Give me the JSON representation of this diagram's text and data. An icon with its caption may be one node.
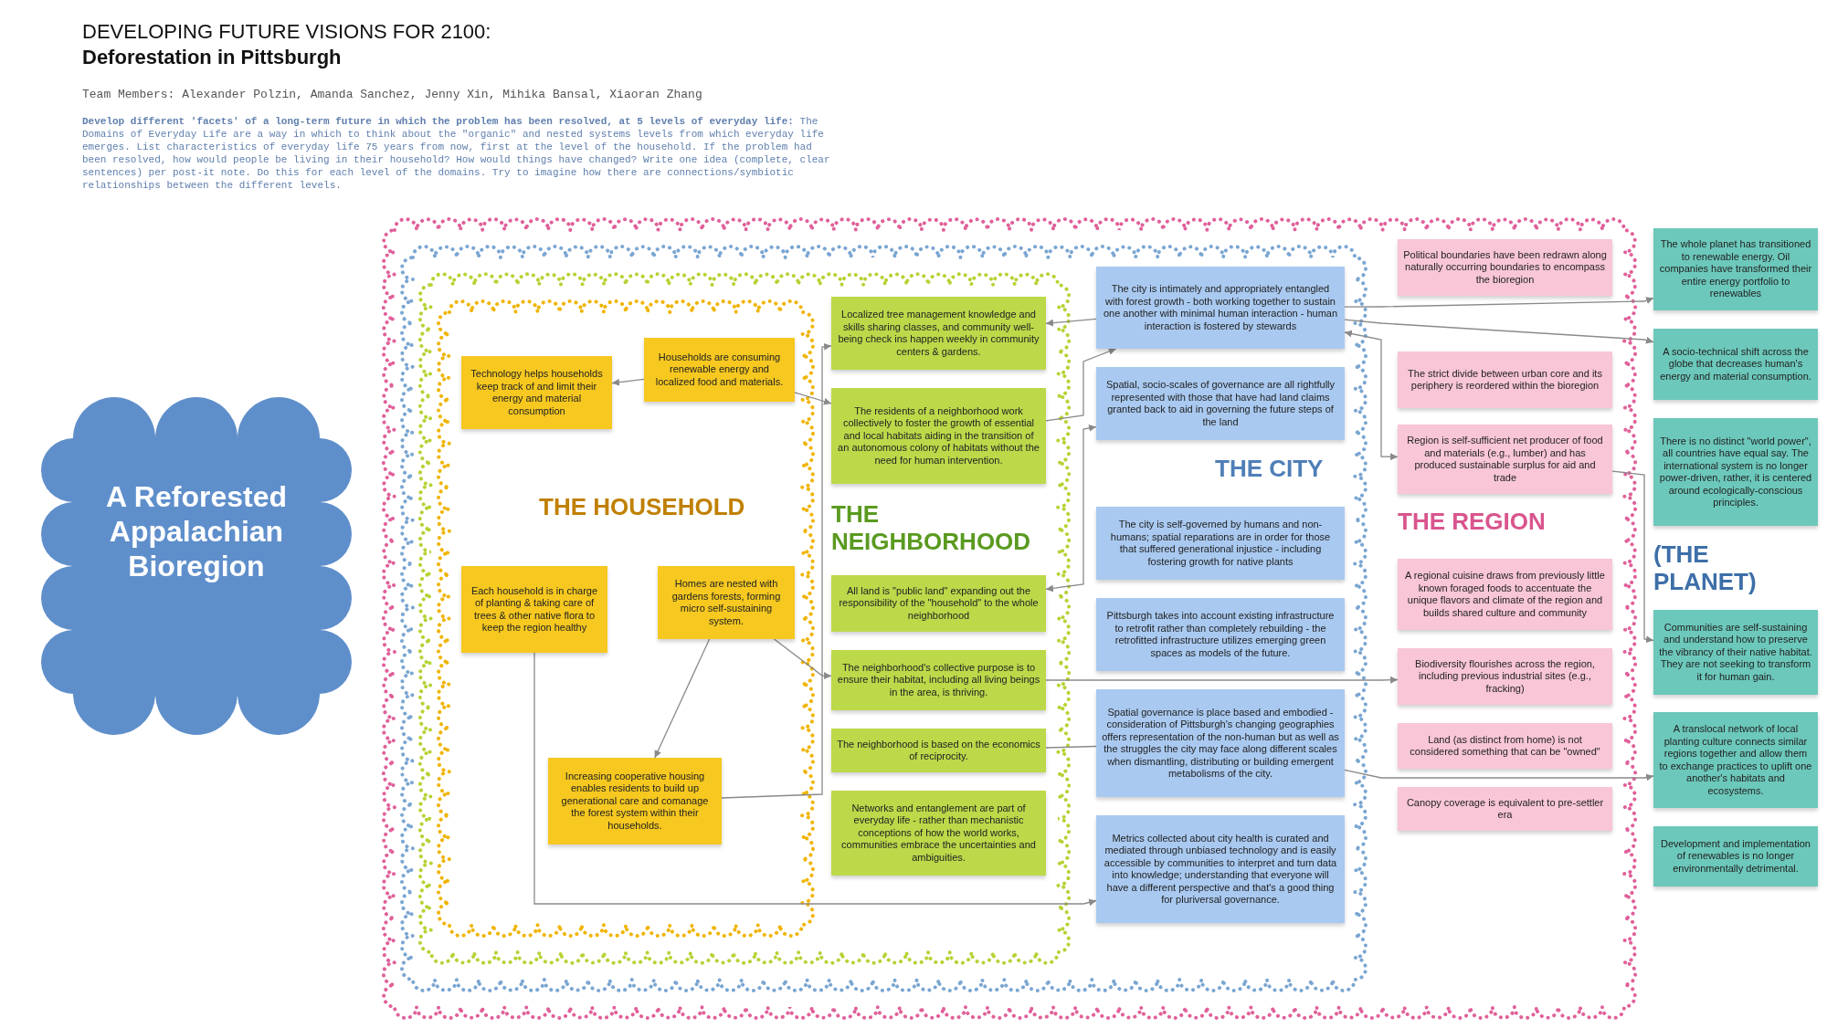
{
  "diagram": {
    "title": "DEVELOPING FUTURE VISIONS FOR 2100:",
    "nodes": [
      {
        "text": [
          "A Reforested Appalachian Bioregion"
        ]
      },
      {
        "text": [
          "THE REGION"
        ]
      },
      {
        "text": [
          "THE CITY"
        ],
        "in": 1
      },
      {
        "text": [
          "THE NEIGHBORHOOD"
        ],
        "in": 2
      },
      {
        "text": [
          "THE HOUSEHOLD"
        ],
        "in": 3
      },
      {
        "text": [
          "Technology helps households keep track of and limit their energy and material consumption"
        ],
        "in": 4
      },
      {
        "text": [
          "Households are consuming renewable energy and localized food and materials."
        ],
        "in": 4
      },
      {
        "text": [
          "Each household is in charge of planting & taking care of trees & other native flora to keep the region healthy"
        ],
        "in": 4
      },
      {
        "text": [
          "Increasing cooperative housing enables residents to build up generational care and comanage the forest system within their households."
        ],
        "in": 4
      },
      {
        "text": [
          "Homes are nested with gardens forests, forming micro self-sustaining system."
        ],
        "in": 4
      },
      {
        "text": [
          "Localized tree management knowledge and skills sharing classes, and community well-being check ins happen weekly in community centers & gardens."
        ],
        "in": 3
      },
      {
        "text": [
          "The residents of a neighborhood work collectively to foster the growth of essential and local habitats aiding in the transition of an autonomous colony of habitats without the need for human intervention."
        ],
        "in": 3
      },
      {
        "text": [
          "All land is \"public land\" expanding out the responsibility of the \"household\" to the whole neighborhood"
        ],
        "in": 3
      },
      {
        "text": [
          "The neighborhood's collective purpose is to ensure their habitat, including all living beings in the area, is thriving."
        ],
        "in": 3
      },
      {
        "text": [
          "The neighborhood is based on the economics of reciprocity."
        ],
        "in": 3
      },
      {
        "text": [
          "Networks and entanglement are part of everyday life - rather than mechanistic conceptions of how the world works, communities embrace the uncertainties and ambiguities."
        ],
        "in": 3
      },
      {
        "text": [
          "The city is intimately and appropriately entangled with forest growth - both working together to sustain one another with minimal human interaction - human interaction is fostered by stewards"
        ],
        "in": 2
      },
      {
        "text": [
          "Spatial, socio-scales of governance are all rightfully represented with those that have had land claims granted back to aid in governing the future steps of the land"
        ],
        "in": 2
      },
      {
        "text": [
          "The city is self-governed by humans and non-humans; spatial reparations are in order for those that suffered generational injustice - including fostering growth for native plants"
        ],
        "in": 2
      },
      {
        "text": [
          "Pittsburgh takes into account existing infrastructure to retrofit rather than completely rebuilding - the retrofitted infrastructure utilizes emerging green spaces as models of the future."
        ],
        "in": 2
      },
      {
        "text": [
          "Spatial governance is place based and embodied - consideration of Pittsburgh's changing geographies offers representation of the non-human but as well as the struggles the city may face along different scales when dismantling, distributing or building emergent metabolisms of the city."
        ],
        "in": 2
      },
      {
        "text": [
          "Metrics collected about city health is curated and mediated through unbiased technology and is easily accessible by communities to interpret and turn data into knowledge; understanding that everyone will have a different perspective and that's a good thing for pluriversal governance."
        ],
        "in": 2
      },
      {
        "text": [
          "Political boundaries have been redrawn along naturally occurring boundaries to encompass the bioregion"
        ],
        "in": 1
      },
      {
        "text": [
          "The strict divide between urban core and its periphery is reordered within the bioregion"
        ],
        "in": 1
      },
      {
        "text": [
          "Region is self-sufficient net producer of food and materials (e.g., lumber) and has produced sustainable surplus for aid and trade"
        ],
        "in": 1
      },
      {
        "text": [
          "A regional cuisine draws from previously little known foraged foods to accentuate the unique flavors and climate of the region and builds shared culture and community"
        ],
        "in": 1
      },
      {
        "text": [
          "Biodiversity flourishes across the region, including previous industrial sites (e.g., fracking)"
        ],
        "in": 1
      },
      {
        "text": [
          "Land (as distinct from home) is not considered something that can be \"owned\""
        ],
        "in": 1
      },
      {
        "text": [
          "Canopy coverage is equivalent to pre-settler era"
        ],
        "in": 1
      },
      {
        "text": [
          "The whole planet has transitioned to renewable energy. Oil companies have transformed their entire energy portfolio to renewables"
        ]
      },
      {
        "text": [
          "A socio-technical shift across the globe that decreases human's energy and material consumption."
        ]
      },
      {
        "text": [
          "There is no distinct \"world power\", all countries have equal say. The international system is no longer power-driven, rather, it is centered around ecologically-conscious principles."
        ]
      },
      {
        "text": [
          "Communities are self-sustaining and understand how to preserve the vibrancy of their native habitat. They are not seeking to transform it for human gain."
        ]
      },
      {
        "text": [
          "A translocal network of local planting culture connects similar regions together and allow them to exchange practices to uplift one another's habitats and ecosystems."
        ]
      },
      {
        "text": [
          "Development and implementation of renewables is no longer environmentally detrimental."
        ]
      }
    ],
    "edges": [
      {
        "from": 6,
        "to": 5,
        "arrow": "to"
      },
      {
        "from": 8,
        "to": 10,
        "arrow": "to"
      },
      {
        "from": 9,
        "to": 8,
        "arrow": "to"
      },
      {
        "from": 6,
        "to": 11,
        "arrow": "to"
      },
      {
        "from": 9,
        "to": 13,
        "arrow": "to"
      },
      {
        "from": 11,
        "to": 16,
        "arrow": "to"
      },
      {
        "from": 16,
        "to": 10,
        "arrow": "to"
      },
      {
        "from": 12,
        "to": 17,
        "arrow": "both"
      },
      {
        "from": 16,
        "to": 29,
        "arrow": "to"
      },
      {
        "from": 16,
        "to": 30,
        "arrow": "to"
      },
      {
        "from": 16,
        "to": 24,
        "arrow": "both"
      },
      {
        "from": 24,
        "to": 32,
        "arrow": "to"
      },
      {
        "from": 13,
        "to": 26,
        "arrow": "to"
      },
      {
        "from": 14,
        "to": 20,
        "arrow": "none"
      },
      {
        "from": 20,
        "to": 33,
        "arrow": "to"
      },
      {
        "from": 7,
        "to": 21,
        "arrow": "to"
      }
    ],
    "labels": [
      "Deforestation in Pittsburgh",
      "Team Members: Alexander Polzin, Amanda Sanchez, Jenny Xin, Mihika Bansal, Xiaoran Zhang",
      "**Develop different 'facets' of a long-term future in which the problem has been resolved, at 5 levels of everyday life:** The Domains of Everyday Life are a way in which to think about the \"organic\" and nested systems levels from which everyday life emerges. List characteristics of everyday life 75 years from now, first at the level of the household. If the problem had been resolved, how would people be living in their household? How would things have changed? Write one idea (complete, clear sentences) per post-it note. Do this for each level of the domains. Try to imagine how there are connections/symbiotic relationships between the different levels.",
      "(THE PLANET)"
    ]
  }
}
